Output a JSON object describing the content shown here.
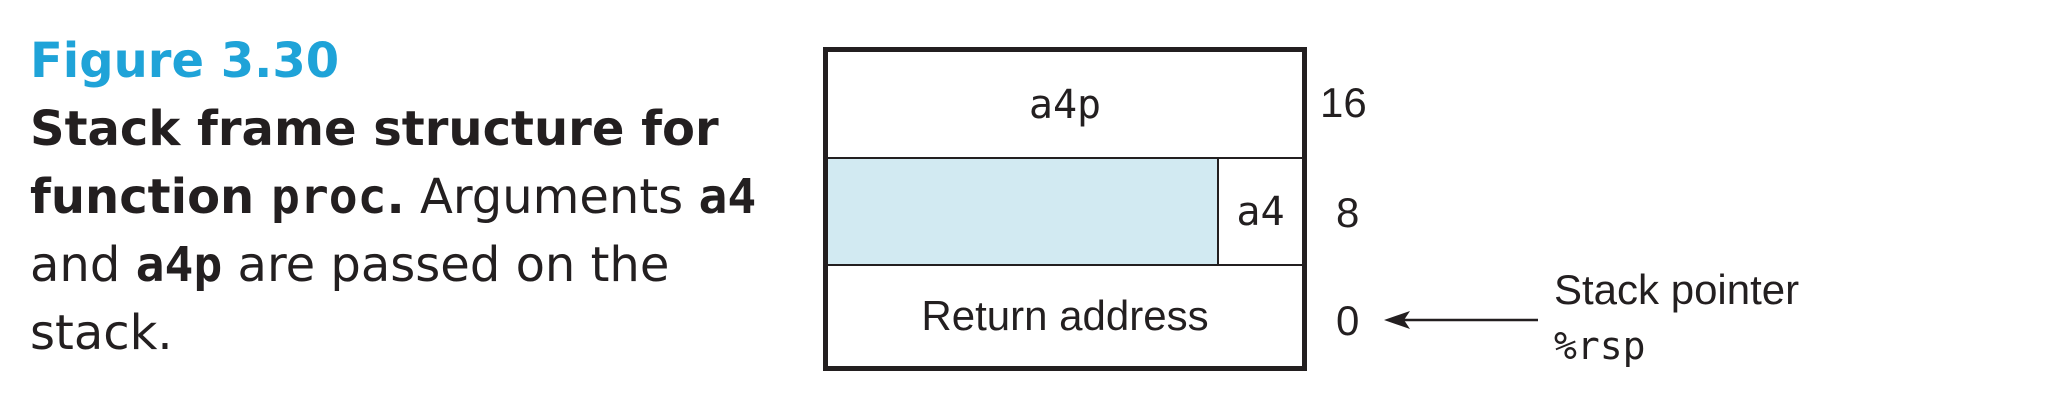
{
  "caption": {
    "figure_label": "Figure 3.30",
    "title_prefix": "Stack frame structure for function ",
    "title_code": "proc",
    "title_suffix": ".",
    "body_part1": " Arguments ",
    "code_a4": "a4",
    "body_part2": " and ",
    "code_a4p": "a4p",
    "body_part3": " are passed on the stack."
  },
  "diagram": {
    "rows": {
      "top_label": "a4p",
      "mid_label": "a4",
      "bottom_label": "Return address"
    },
    "offsets": {
      "top": "16",
      "mid": "8",
      "bottom": "0"
    },
    "pointer": {
      "label": "Stack pointer",
      "register": "%rsp"
    },
    "colors": {
      "figure_label": "#1fa3d8",
      "padding_fill": "#d2eaf2",
      "line": "#231f20"
    }
  }
}
